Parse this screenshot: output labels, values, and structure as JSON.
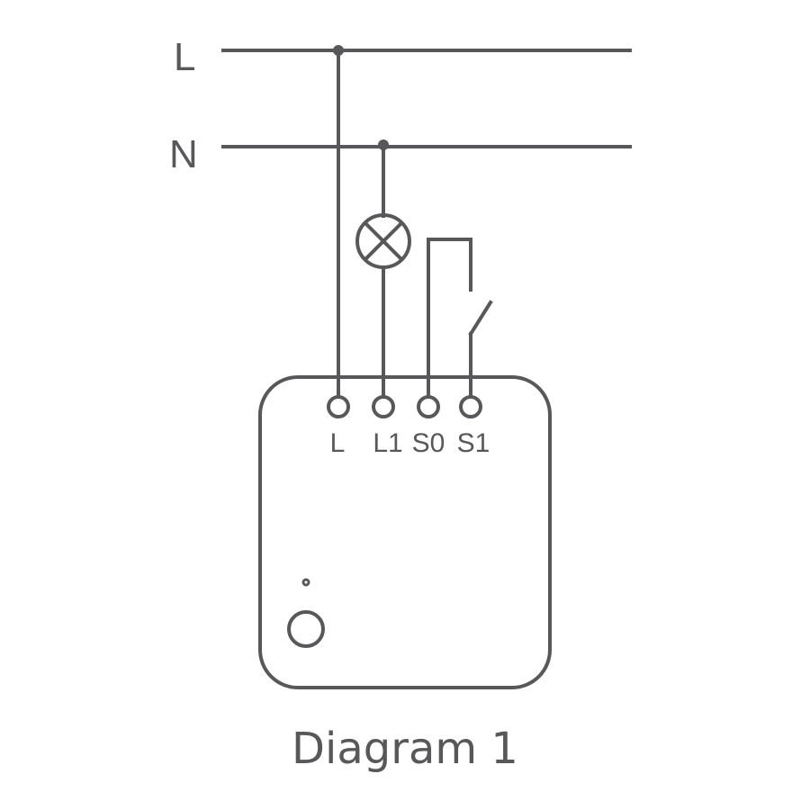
{
  "rails": {
    "live_label": "L",
    "neutral_label": "N"
  },
  "terminals": [
    {
      "label": "L"
    },
    {
      "label": "L1"
    },
    {
      "label": "S0"
    },
    {
      "label": "S1"
    }
  ],
  "caption": "Diagram 1",
  "colors": {
    "line": "#58585a",
    "background": "#ffffff"
  },
  "icons": [
    "lamp-icon",
    "switch-icon",
    "device-button-icon",
    "led-indicator-icon"
  ]
}
